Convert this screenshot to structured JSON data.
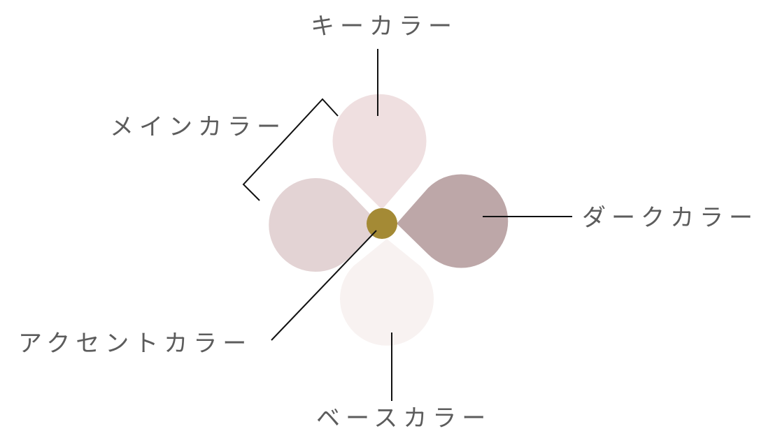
{
  "labels": {
    "key": "キーカラー",
    "main": "メインカラー",
    "dark": "ダークカラー",
    "accent": "アクセントカラー",
    "base": "ベースカラー"
  },
  "colors": {
    "key": "#efdfe0",
    "main": "#e3d3d4",
    "dark": "#bda7a8",
    "base": "#f8f2f1",
    "accent": "#a48a35"
  }
}
